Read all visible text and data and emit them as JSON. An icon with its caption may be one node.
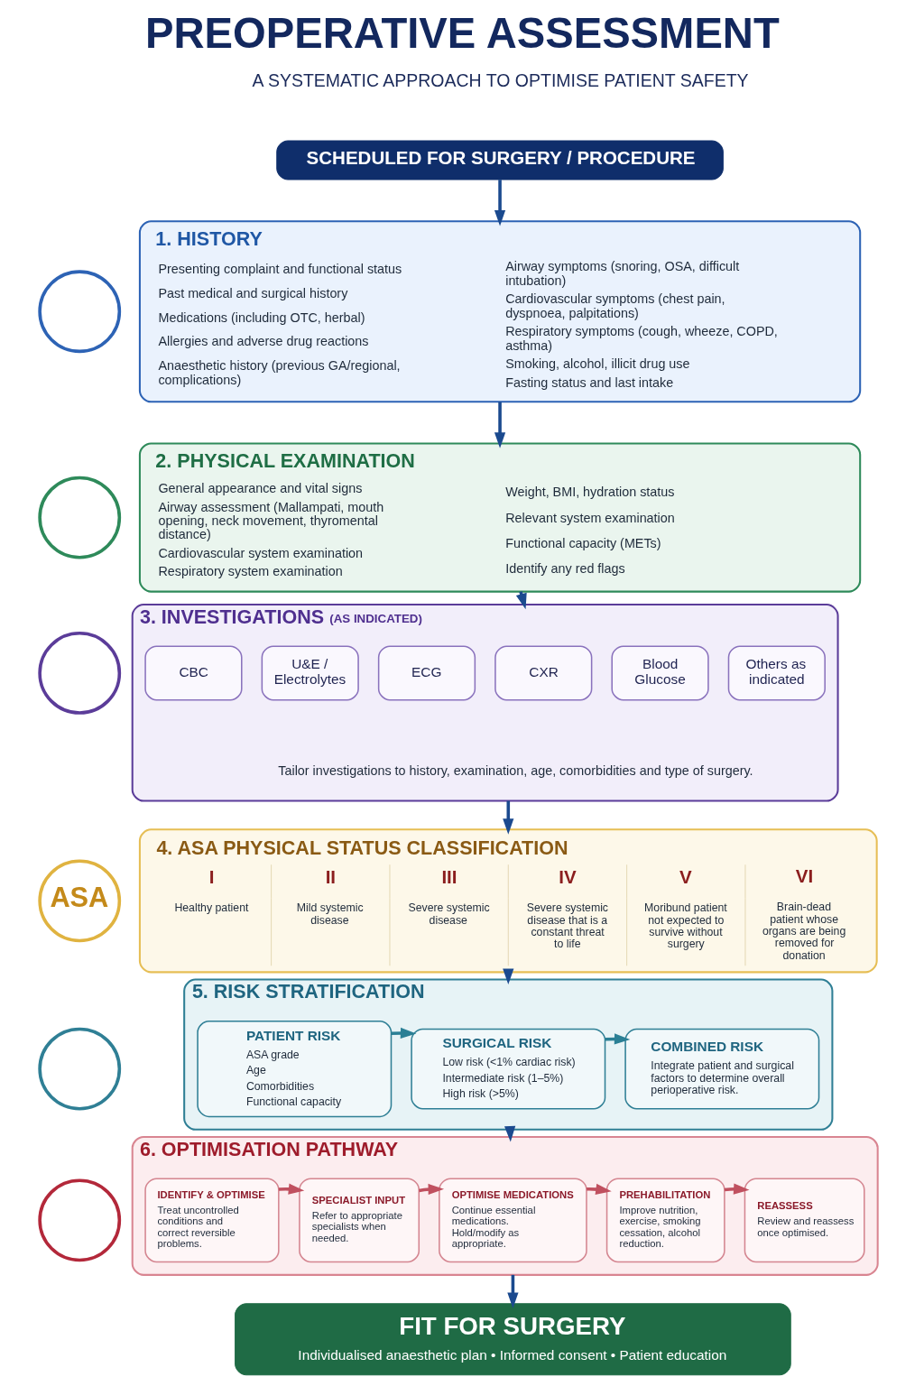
{
  "diagram": {
    "title": "PREOPERATIVE ASSESSMENT",
    "nodes": [
      {
        "text": [
          "SCHEDULED FOR SURGERY / PROCEDURE"
        ]
      },
      {
        "text": [],
        "shape": "circle"
      },
      {
        "text": [
          "1. HISTORY",
          "Presenting complaint and functional status",
          "Past medical and surgical history",
          "Medications (including OTC, herbal)",
          "Allergies and adverse drug reactions",
          "Anaesthetic history (previous GA/regional, complications)",
          "Airway symptoms (snoring, OSA, difficult intubation)",
          "Cardiovascular symptoms (chest pain, dyspnoea, palpitations)",
          "Respiratory symptoms (cough, wheeze, COPD, asthma)",
          "Smoking, alcohol, illicit drug use",
          "Fasting status and last intake"
        ]
      },
      {
        "text": [],
        "shape": "circle"
      },
      {
        "text": [
          "2. PHYSICAL EXAMINATION",
          "General appearance and vital signs",
          "Airway assessment (Mallampati, mouth opening, neck movement, thyromental distance)",
          "Cardiovascular system examination",
          "Respiratory system examination",
          "Weight, BMI, hydration status",
          "Relevant system examination",
          "Functional capacity (METs)",
          "Identify any red flags"
        ]
      },
      {
        "text": [],
        "shape": "circle"
      },
      {
        "text": [
          "3. INVESTIGATIONS",
          "(AS INDICATED)",
          "Tailor investigations to history, examination, age, comorbidities and type of surgery."
        ]
      },
      {
        "text": [
          "CBC"
        ],
        "in": 6
      },
      {
        "text": [
          "U&E / Electrolytes"
        ],
        "in": 6
      },
      {
        "text": [
          "ECG"
        ],
        "in": 6
      },
      {
        "text": [
          "CXR"
        ],
        "in": 6
      },
      {
        "text": [
          "Blood Glucose"
        ],
        "in": 6
      },
      {
        "text": [
          "Others as indicated"
        ],
        "in": 6
      },
      {
        "text": [
          "ASA"
        ]
      },
      {
        "text": [
          "4. ASA PHYSICAL STATUS CLASSIFICATION",
          "I",
          "Healthy patient",
          "II",
          "Mild systemic disease",
          "III",
          "Severe systemic disease",
          "IV",
          "Severe systemic disease that is a constant threat to life",
          "V",
          "Moribund patient not expected to survive without surgery",
          "VI",
          "Brain-dead patient whose organs are being removed for donation"
        ]
      },
      {
        "text": [],
        "shape": "circle"
      },
      {
        "text": [
          "5. RISK STRATIFICATION"
        ]
      },
      {
        "text": [
          "PATIENT RISK",
          "ASA grade",
          "Age",
          "Comorbidities",
          "Functional capacity"
        ],
        "in": 16
      },
      {
        "text": [
          "SURGICAL RISK",
          "Low risk (<1% cardiac risk)",
          "Intermediate risk (1–5%)",
          "High risk (>5%)"
        ],
        "in": 16
      },
      {
        "text": [
          "COMBINED RISK",
          "Integrate patient and surgical factors to determine overall perioperative risk."
        ],
        "in": 16
      },
      {
        "text": [],
        "shape": "circle"
      },
      {
        "text": [
          "6. OPTIMISATION PATHWAY"
        ]
      },
      {
        "text": [
          "IDENTIFY & OPTIMISE",
          "Treat uncontrolled conditions and correct reversible problems."
        ],
        "in": 21
      },
      {
        "text": [
          "SPECIALIST INPUT",
          "Refer to appropriate specialists when needed."
        ],
        "in": 21
      },
      {
        "text": [
          "OPTIMISE MEDICATIONS",
          "Continue essential medications. Hold/modify as appropriate."
        ],
        "in": 21
      },
      {
        "text": [
          "PREHABILITATION",
          "Improve nutrition, exercise, smoking cessation, alcohol reduction."
        ],
        "in": 21
      },
      {
        "text": [
          "REASSESS",
          "Review and reassess once optimised."
        ],
        "in": 21
      },
      {
        "text": [
          "FIT FOR SURGERY",
          "Individualised anaesthetic plan • Informed consent • Patient education"
        ]
      }
    ],
    "edges": [
      {
        "from": 0,
        "to": 2,
        "arrow": "to",
        "color": "#1b4a8f"
      },
      {
        "from": 2,
        "to": 4,
        "arrow": "to",
        "color": "#1b4a8f"
      },
      {
        "from": 4,
        "to": 6,
        "arrow": "to",
        "color": "#1b4a8f"
      },
      {
        "from": 6,
        "to": 14,
        "arrow": "to",
        "color": "#1b4a8f"
      },
      {
        "from": 14,
        "to": 16,
        "arrow": "to",
        "color": "#1b4a8f"
      },
      {
        "from": 17,
        "to": 18,
        "arrow": "to",
        "color": "#2a7f95"
      },
      {
        "from": 18,
        "to": 19,
        "arrow": "to",
        "color": "#2a7f95"
      },
      {
        "from": 16,
        "to": 21,
        "arrow": "to",
        "color": "#1b4a8f"
      },
      {
        "from": 22,
        "to": 23,
        "arrow": "to",
        "color": "#c0505f"
      },
      {
        "from": 23,
        "to": 24,
        "arrow": "to",
        "color": "#c0505f"
      },
      {
        "from": 24,
        "to": 25,
        "arrow": "to",
        "color": "#c0505f"
      },
      {
        "from": 25,
        "to": 26,
        "arrow": "to",
        "color": "#c0505f"
      },
      {
        "from": 21,
        "to": 27,
        "arrow": "to",
        "color": "#1b4a8f"
      }
    ],
    "labels": [
      "A SYSTEMATIC APPROACH TO OPTIMISE PATIENT SAFETY"
    ]
  }
}
